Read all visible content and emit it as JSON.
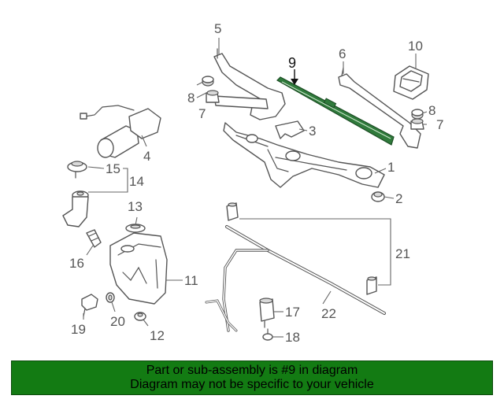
{
  "callouts": {
    "c1": "1",
    "c2": "2",
    "c3": "3",
    "c4": "4",
    "c5": "5",
    "c6": "6",
    "c7a": "7",
    "c7b": "7",
    "c8a": "8",
    "c8b": "8",
    "c9": "9",
    "c10": "10",
    "c11": "11",
    "c12": "12",
    "c13": "13",
    "c14": "14",
    "c15": "15",
    "c16": "16",
    "c17": "17",
    "c18": "18",
    "c19": "19",
    "c20": "20",
    "c21": "21",
    "c22": "22"
  },
  "banner": {
    "line1": "Part or sub-assembly is #9 in diagram",
    "line2": "Diagram may not be specific to your vehicle"
  },
  "colors": {
    "banner_bg": "#137b13",
    "highlight": "#2f7a3b",
    "line": "#555555"
  }
}
